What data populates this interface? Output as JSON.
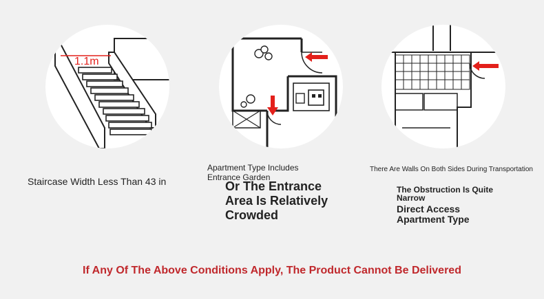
{
  "panels": [
    {
      "measure_label": "1.1m",
      "caption": "Staircase Width Less Than 43 in"
    },
    {
      "caption_small": "Apartment Type Includes Entrance Garden",
      "caption_large": "Or The Entrance Area Is Relatively Crowded"
    },
    {
      "caption_small": "There Are Walls On Both Sides During Transportation",
      "caption_mid": "The Obstruction Is Quite Narrow",
      "caption_large": "Direct Access Apartment Type"
    }
  ],
  "footer": "If Any Of The Above Conditions Apply, The Product Cannot Be Delivered",
  "colors": {
    "accent_red": "#e3201b",
    "footer_red": "#c0282c",
    "line": "#222222",
    "background": "#f1f1f1"
  },
  "icons": [
    "staircase-illustration",
    "floor-plan-illustration",
    "narrow-corridor-illustration",
    "red-arrow-icon"
  ]
}
